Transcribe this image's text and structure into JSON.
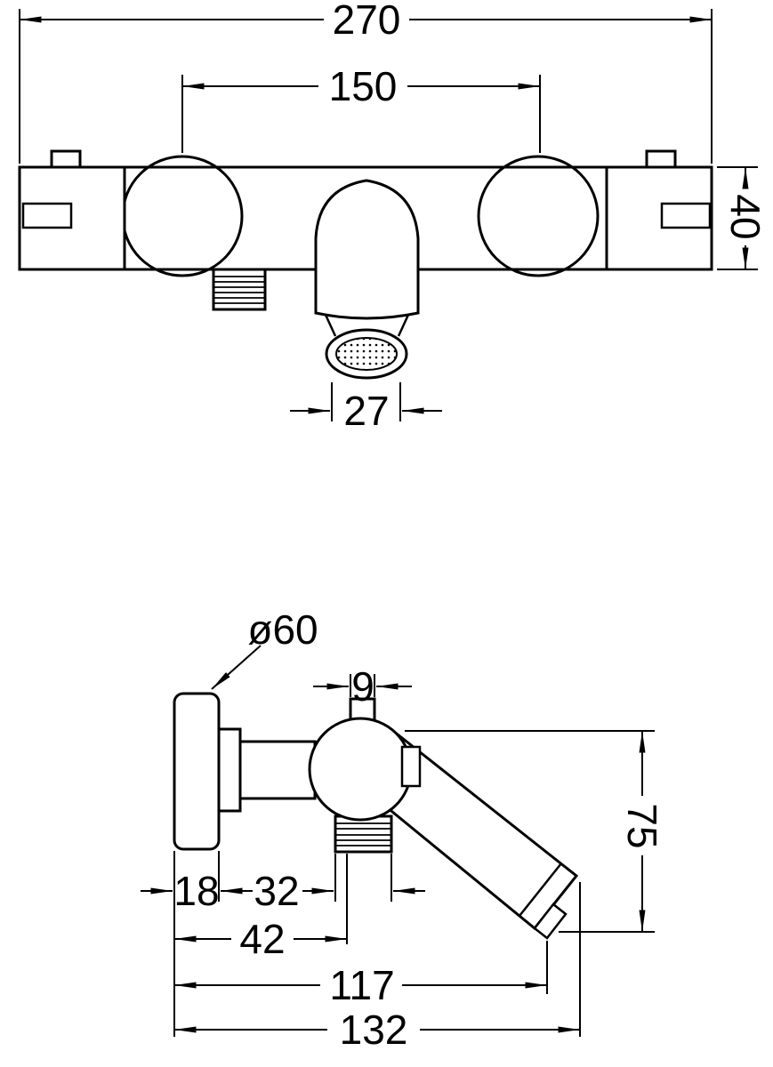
{
  "drawing": {
    "background_color": "#ffffff",
    "line_color": "#000000",
    "front_view": {
      "dim_overall_width": "270",
      "dim_connection_spacing": "150",
      "dim_body_height": "40",
      "dim_spout_outlet_width": "27"
    },
    "side_view": {
      "dim_flange_diameter": "ø60",
      "dim_top_port_width": "9",
      "dim_spout_drop": "75",
      "dim_flange_depth": "18",
      "dim_body_offset": "32",
      "dim_outlet_offset": "42",
      "dim_reach_inner": "117",
      "dim_reach_overall": "132"
    }
  }
}
